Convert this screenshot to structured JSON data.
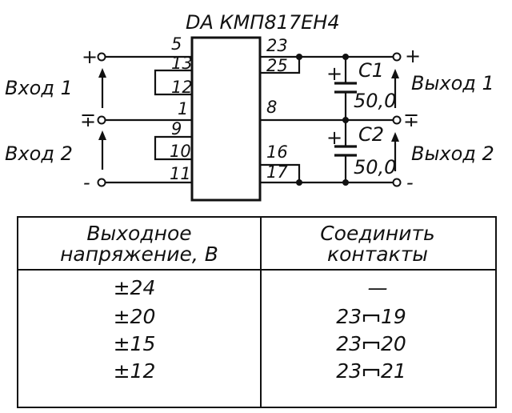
{
  "diagram": {
    "chip_label": "DA КМП817ЕН4",
    "pins": {
      "p5": "5",
      "p13": "13",
      "p12": "12",
      "p1": "1",
      "p9": "9",
      "p10": "10",
      "p11": "11",
      "p23": "23",
      "p25": "25",
      "p8": "8",
      "p16": "16",
      "p17": "17"
    },
    "left_signs": {
      "top": "+",
      "mid": "∓",
      "bot": "-"
    },
    "right_signs": {
      "top": "+",
      "mid": "∓",
      "bot": "-"
    },
    "inputs": {
      "in1": "Вход 1",
      "in2": "Вход 2"
    },
    "outputs": {
      "out1": "Выход 1",
      "out2": "Выход 2"
    },
    "capacitors": [
      {
        "name": "C1",
        "value": "50,0",
        "polarity": "+"
      },
      {
        "name": "C2",
        "value": "50,0",
        "polarity": "+"
      }
    ]
  },
  "table": {
    "headers": {
      "voltage_line1": "Выходное",
      "voltage_line2": "напряжение, В",
      "connect_line1": "Соединить",
      "connect_line2": "контакты"
    },
    "rows": [
      {
        "voltage": "±24",
        "connect": "—"
      },
      {
        "voltage": "±20",
        "connect_a": "23",
        "connect_b": "19"
      },
      {
        "voltage": "±15",
        "connect_a": "23",
        "connect_b": "20"
      },
      {
        "voltage": "±12",
        "connect_a": "23",
        "connect_b": "21"
      }
    ]
  }
}
